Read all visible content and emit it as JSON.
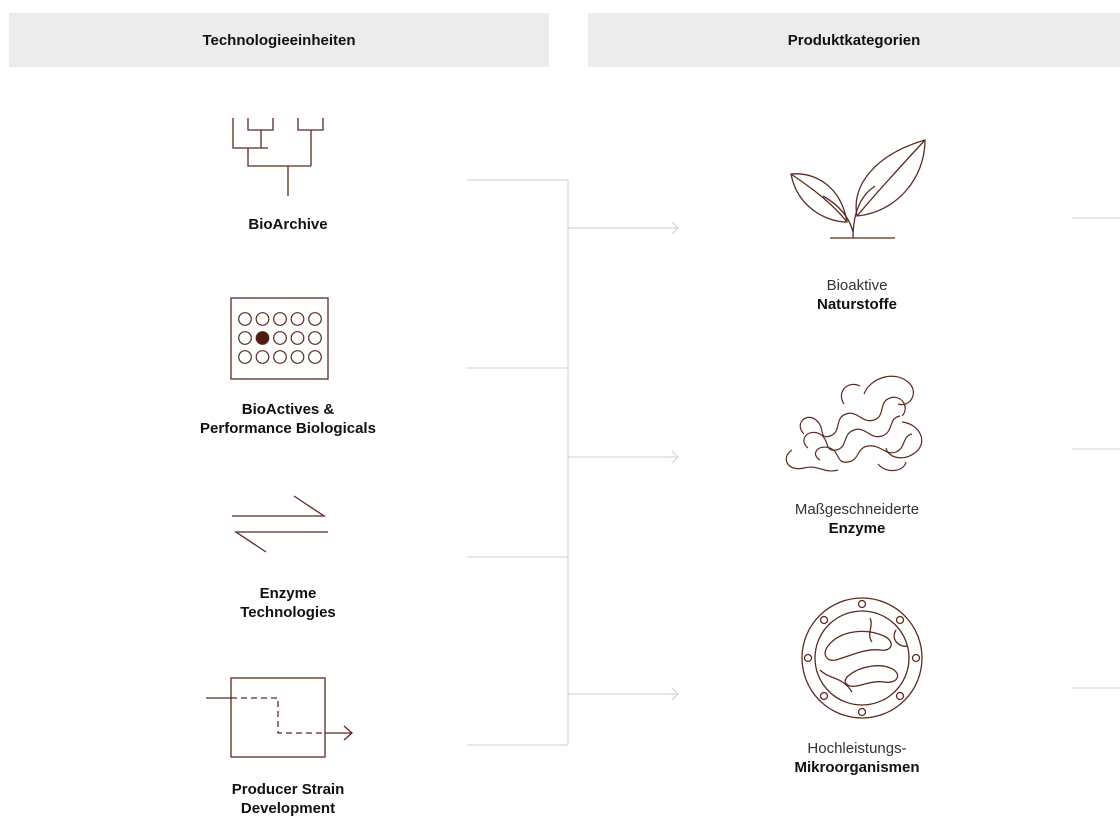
{
  "headers": {
    "left": "Technologieeinheiten",
    "right": "Produktkategorien"
  },
  "technologies": [
    {
      "line1": "BioArchive",
      "icon": "tree-branch-icon"
    },
    {
      "line1": "BioActives &",
      "line2": "Performance Biologicals",
      "icon": "well-plate-icon"
    },
    {
      "line1": "Enzyme",
      "line2": "Technologies",
      "icon": "exchange-arrows-icon"
    },
    {
      "line1": "Producer Strain",
      "line2": "Development",
      "icon": "strain-box-icon"
    }
  ],
  "products": [
    {
      "prefix": "Bioaktive",
      "name": "Naturstoffe",
      "icon": "plant-sprout-icon"
    },
    {
      "prefix": "Maßgeschneiderte",
      "name": "Enzyme",
      "icon": "protein-structure-icon"
    },
    {
      "prefix": "Hochleistungs-",
      "name": "Mikroorganismen",
      "icon": "microorganism-porthole-icon"
    }
  ],
  "colors": {
    "icon": "#5a2b1f",
    "connector": "#cfcfcf",
    "header_bg": "#ececec"
  }
}
